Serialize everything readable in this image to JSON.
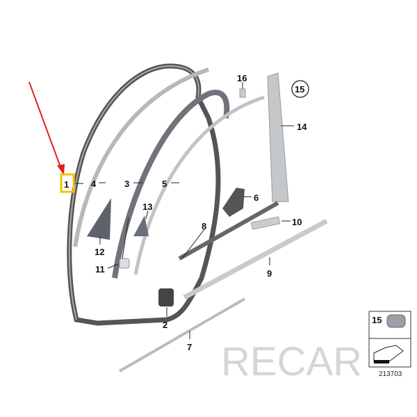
{
  "diagram": {
    "callouts": [
      {
        "id": "1",
        "label": "1",
        "highlighted": true
      },
      {
        "id": "2",
        "label": "2"
      },
      {
        "id": "3",
        "label": "3"
      },
      {
        "id": "4",
        "label": "4"
      },
      {
        "id": "5",
        "label": "5"
      },
      {
        "id": "6",
        "label": "6"
      },
      {
        "id": "7",
        "label": "7"
      },
      {
        "id": "8",
        "label": "8"
      },
      {
        "id": "9",
        "label": "9"
      },
      {
        "id": "10",
        "label": "10"
      },
      {
        "id": "11",
        "label": "11"
      },
      {
        "id": "12",
        "label": "12"
      },
      {
        "id": "13",
        "label": "13"
      },
      {
        "id": "14",
        "label": "14"
      },
      {
        "id": "15",
        "label": "15",
        "circled": true
      },
      {
        "id": "16",
        "label": "16"
      }
    ],
    "inset": {
      "label": "15",
      "diagram_number": "213703"
    },
    "watermark": "RECAR",
    "colors": {
      "highlight": "#f2c400",
      "arrow": "#e02020",
      "part": "#8a8f96"
    }
  }
}
